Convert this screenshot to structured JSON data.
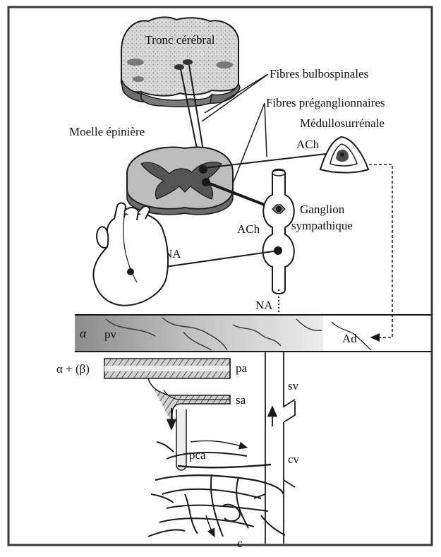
{
  "labels": {
    "tronc_cerebral": "Tronc cérébral",
    "fibres_bulbospinales": "Fibres bulbospinales",
    "fibres_preganglionnaires": "Fibres préganglionnaires",
    "medullosurrenale": "Médullosurrénale",
    "moelle_epiniere": "Moelle épinière",
    "ach_adrenal": "ACh",
    "ach_ganglion": "ACh",
    "ganglion_line1": "Ganglion",
    "ganglion_line2": "sympathique",
    "na_heart": "NA",
    "na_vessel": "NA",
    "ad": "Ad",
    "alpha_pv": "α",
    "pv": "pv",
    "alpha_beta": "α + (β)",
    "pa": "pa",
    "sa": "sa",
    "sv": "sv",
    "pca": "pca",
    "cv": "cv",
    "c": "c"
  },
  "colors": {
    "frame": "#3a3a3a",
    "ink": "#1a1a1a",
    "grey_matter": "#555555",
    "vessel_fill": "#c8c8c8"
  }
}
